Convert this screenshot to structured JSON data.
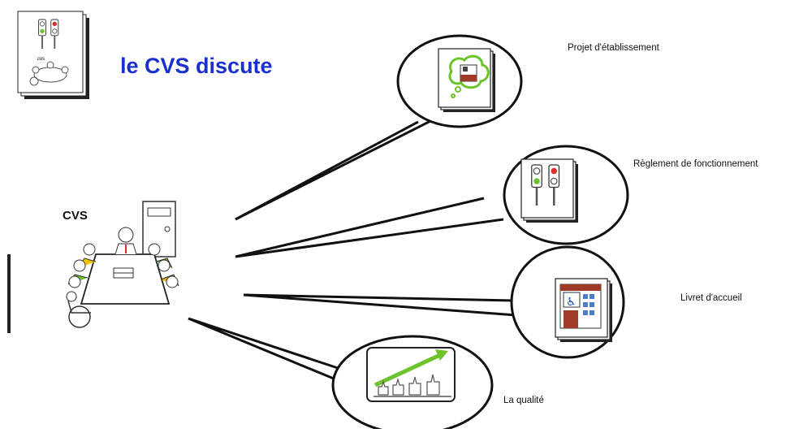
{
  "title": "le CVS discute",
  "cvs_label": "CVS",
  "topics": [
    {
      "label": "Projet d'établissement",
      "icon": "thought-bubble-building-icon"
    },
    {
      "label": "Règlement de fonctionnement",
      "icon": "traffic-light-icon"
    },
    {
      "label": "Livret d'accueil",
      "icon": "accessible-building-icon"
    },
    {
      "label": "La qualité",
      "icon": "thumbs-up-progress-icon"
    }
  ],
  "colors": {
    "title": "#1a2fd0",
    "line": "#111111",
    "green": "#6cc42a",
    "red": "#d9302a"
  }
}
